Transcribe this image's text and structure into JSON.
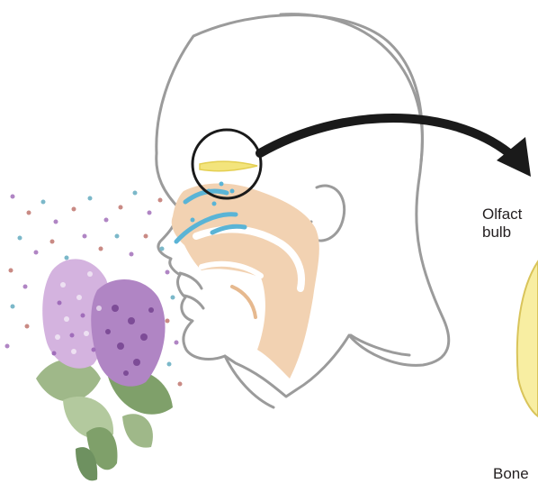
{
  "labels": {
    "olfactory_line1": "Olfact",
    "olfactory_line2": "bulb",
    "bone": "Bone"
  },
  "colors": {
    "background": "#ffffff",
    "outline": "#9b9b9b",
    "nasal_tissue": "#f2d2b2",
    "nasal_dark": "#e6b98f",
    "airflow": "#5ab4d6",
    "olfactory_bulb": "#f3e47c",
    "zoom_circle": "#1a1a1a",
    "arrow": "#1a1a1a",
    "flower_light": "#d4b3df",
    "flower_mid": "#b085c4",
    "flower_dark": "#7d4c97",
    "leaf": "#9fb889",
    "leaf_dark": "#7fa06a",
    "text": "#231f20"
  },
  "icons": [
    "zoom-circle",
    "zoom-arrow",
    "lilac-flower-icon",
    "odor-particles",
    "head-profile"
  ]
}
